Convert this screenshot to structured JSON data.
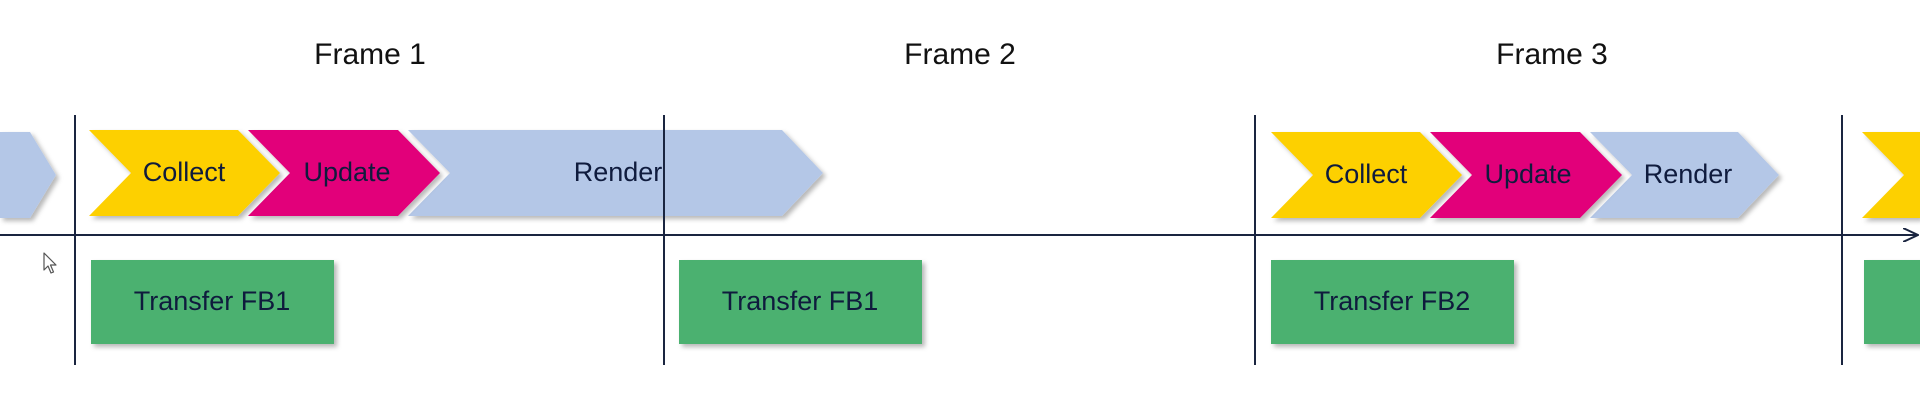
{
  "frames": [
    {
      "title": "Frame 1"
    },
    {
      "title": "Frame 2"
    },
    {
      "title": "Frame 3"
    }
  ],
  "stages": {
    "collect": "Collect",
    "update": "Update",
    "render": "Render"
  },
  "transfers": {
    "t1": "Transfer FB1",
    "t2": "Transfer FB1",
    "t3": "Transfer FB2"
  },
  "colors": {
    "collect": "#FDD000",
    "update": "#E2007A",
    "render": "#B4C7E7",
    "transfer": "#4CB170",
    "axis": "#1a2540"
  }
}
